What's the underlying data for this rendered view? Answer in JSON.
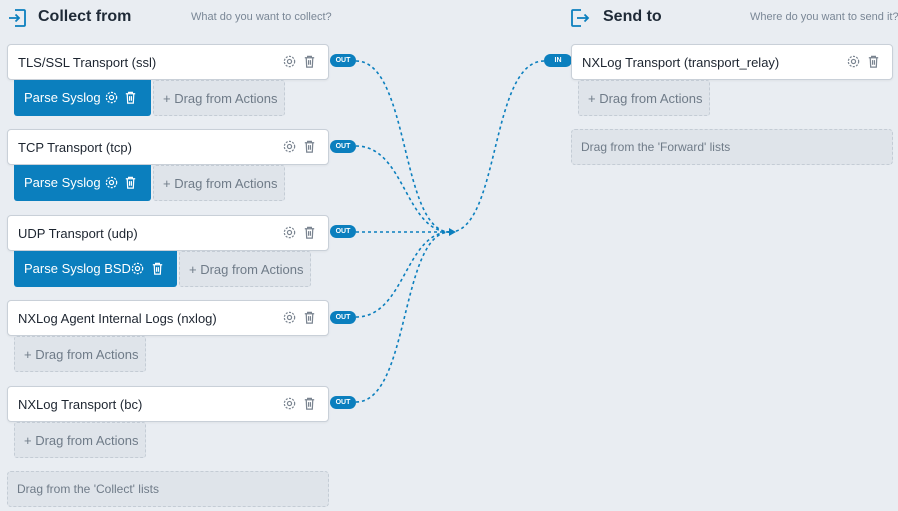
{
  "collect": {
    "title": "Collect from",
    "hint": "What do you want to collect?",
    "inputs": [
      {
        "label": "TLS/SSL Transport (ssl)",
        "port": "OUT",
        "action": "Parse Syslog",
        "drag": "+ Drag from Actions"
      },
      {
        "label": "TCP Transport (tcp)",
        "port": "OUT",
        "action": "Parse Syslog",
        "drag": "+ Drag from Actions"
      },
      {
        "label": "UDP Transport (udp)",
        "port": "OUT",
        "action": "Parse Syslog BSD",
        "drag": "+ Drag from Actions"
      },
      {
        "label": "NXLog Agent Internal Logs (nxlog)",
        "port": "OUT",
        "drag": "+ Drag from Actions"
      },
      {
        "label": "NXLog Transport (bc)",
        "port": "OUT",
        "drag": "+ Drag from Actions"
      }
    ],
    "drop_hint": "Drag from the 'Collect' lists"
  },
  "send": {
    "title": "Send to",
    "hint": "Where do you want to send it?",
    "outputs": [
      {
        "label": "NXLog Transport (transport_relay)",
        "port": "IN",
        "drag": "+ Drag from Actions"
      }
    ],
    "drop_hint": "Drag from the 'Forward' lists"
  },
  "icons": {
    "collect_header": "login-arrow-icon",
    "send_header": "logout-arrow-icon",
    "settings": "gear-icon",
    "delete": "trash-icon"
  },
  "colors": {
    "accent": "#0b7fbe",
    "background": "#e9edf2",
    "wire": "#0b7fbe"
  }
}
